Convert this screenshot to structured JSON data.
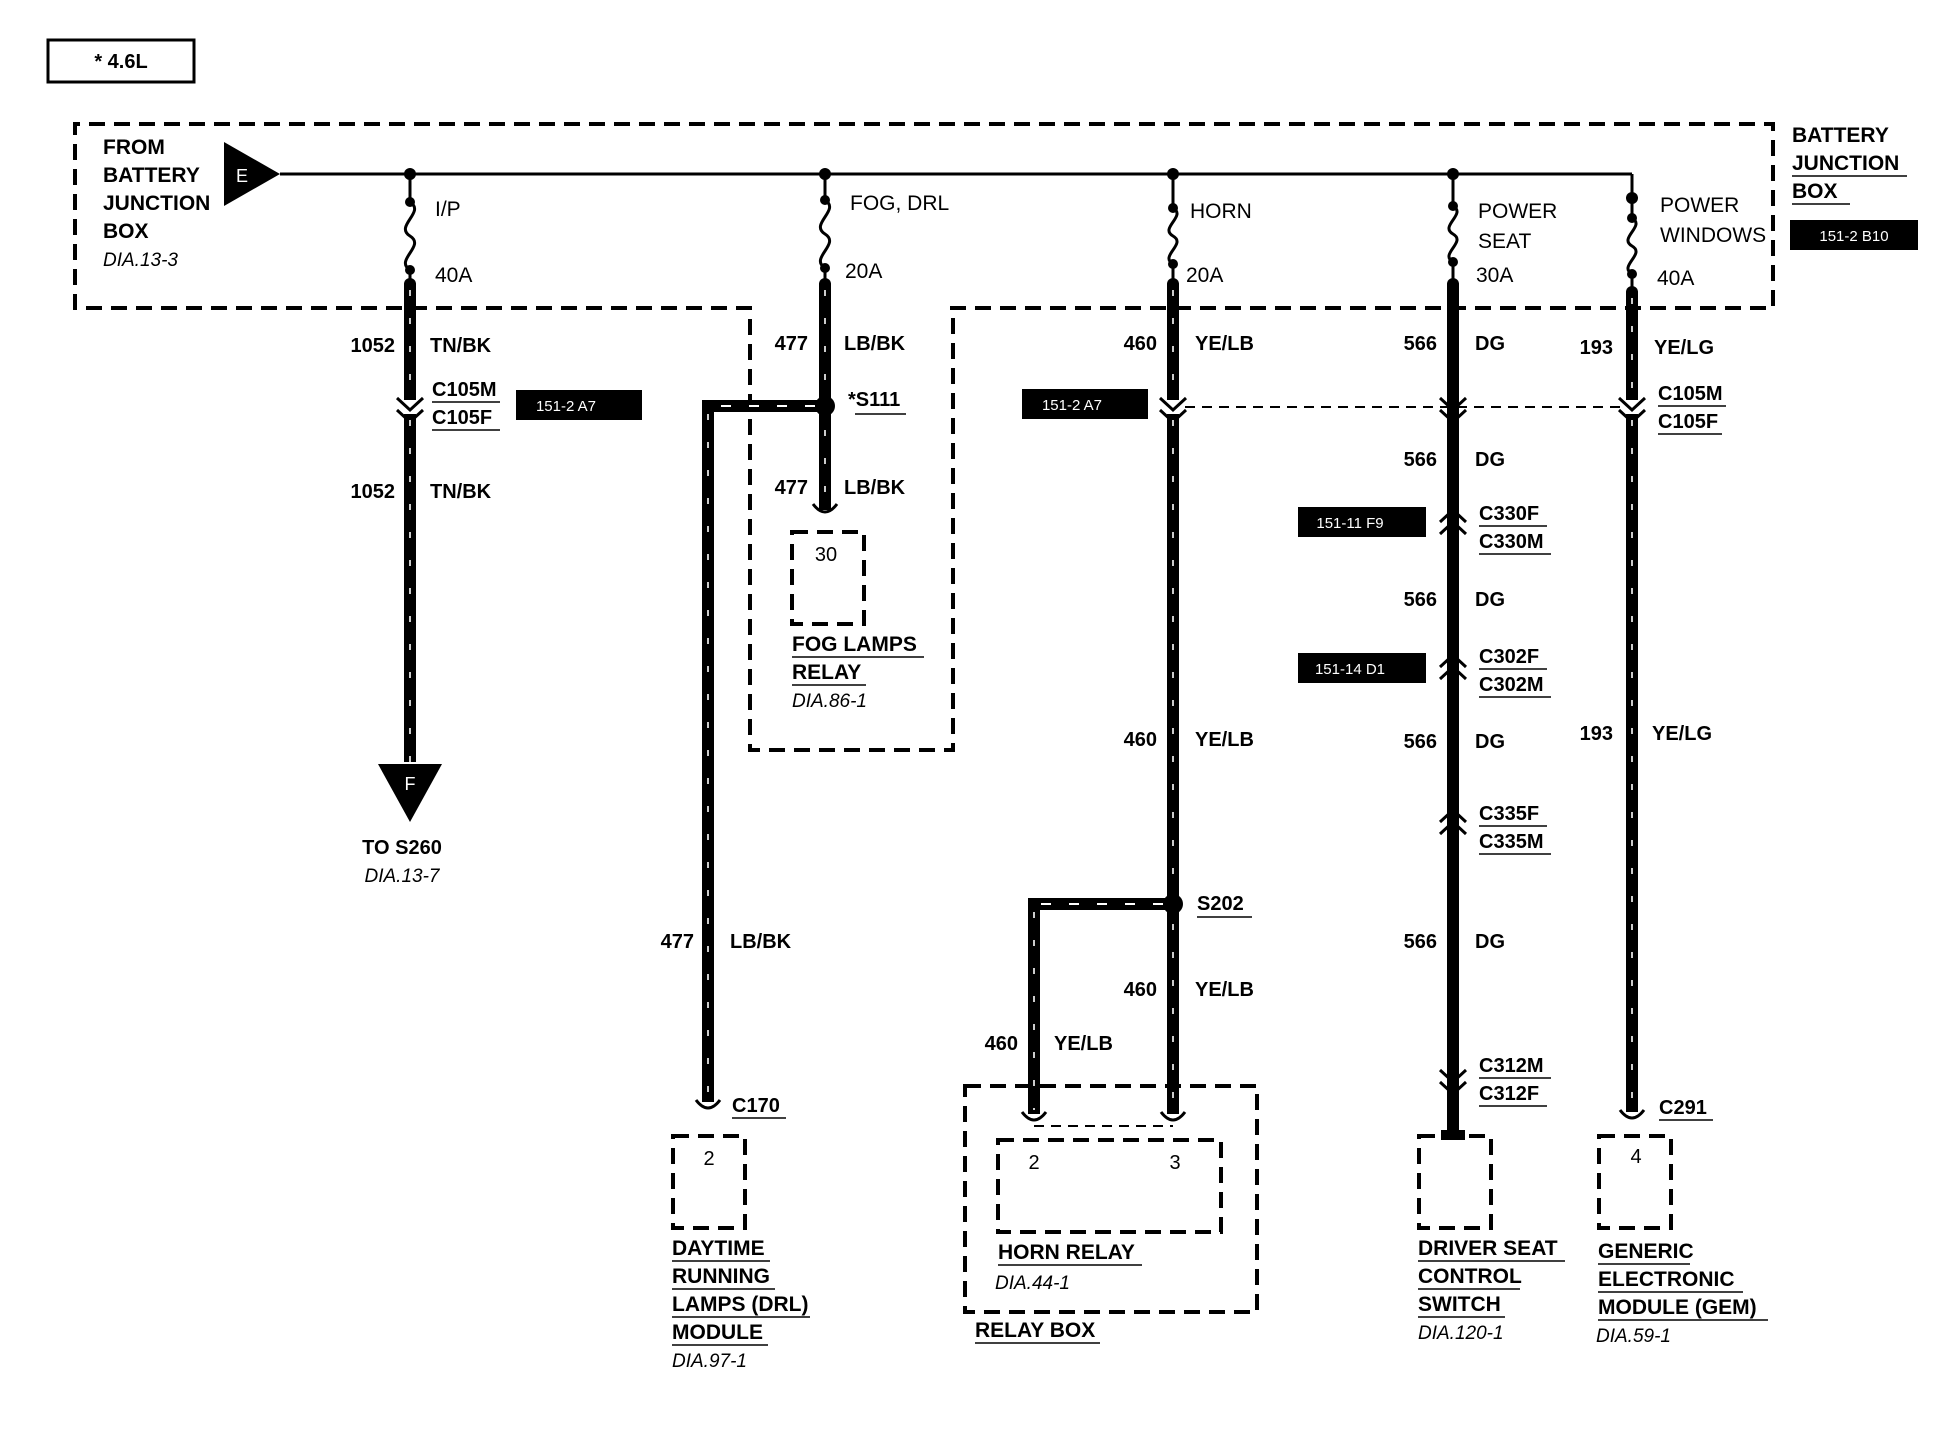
{
  "engine_tag": "* 4.6L",
  "source": {
    "line1": "FROM",
    "line2": "BATTERY",
    "line3": "JUNCTION",
    "line4": "BOX",
    "dia": "DIA.13-3",
    "connector": "E"
  },
  "junction_box": {
    "line1": "BATTERY",
    "line2": "JUNCTION",
    "line3": "BOX",
    "ref": "151-2 B10"
  },
  "fuses": {
    "ip": {
      "name": "I/P",
      "rating": "40A"
    },
    "fog": {
      "name": "FOG, DRL",
      "rating": "20A"
    },
    "horn": {
      "name": "HORN",
      "rating": "20A"
    },
    "seat": {
      "name1": "POWER",
      "name2": "SEAT",
      "rating": "30A"
    },
    "windows": {
      "name1": "POWER",
      "name2": "WINDOWS",
      "rating": "40A"
    }
  },
  "circuit_1052": {
    "num": "1052",
    "color": "TN/BK",
    "conn_m": "C105M",
    "conn_f": "C105F",
    "ref": "151-2 A7",
    "dest_connector": "F",
    "dest": "TO S260",
    "dest_dia": "DIA.13-7"
  },
  "circuit_477": {
    "num": "477",
    "color": "LB/BK",
    "splice": "*S111",
    "relay_pin": "30",
    "relay_line1": "FOG LAMPS",
    "relay_line2": "RELAY",
    "relay_dia": "DIA.86-1",
    "drl_conn": "C170",
    "drl_pin": "2",
    "drl_line1": "DAYTIME",
    "drl_line2": "RUNNING",
    "drl_line3": "LAMPS (DRL)",
    "drl_line4": "MODULE",
    "drl_dia": "DIA.97-1"
  },
  "circuit_460": {
    "num": "460",
    "color": "YE/LB",
    "ref": "151-2 A7",
    "splice": "S202",
    "pin_a": "2",
    "pin_b": "3",
    "relay": "HORN RELAY",
    "relay_dia": "DIA.44-1",
    "box": "RELAY BOX"
  },
  "circuit_566": {
    "num": "566",
    "color": "DG",
    "c330f": "C330F",
    "c330m": "C330M",
    "ref_330": "151-11 F9",
    "c302f": "C302F",
    "c302m": "C302M",
    "ref_302": "151-14 D1",
    "c335f": "C335F",
    "c335m": "C335M",
    "c312m": "C312M",
    "c312f": "C312F",
    "dest_line1": "DRIVER SEAT",
    "dest_line2": "CONTROL",
    "dest_line3": "SWITCH",
    "dest_dia": "DIA.120-1"
  },
  "circuit_193": {
    "num": "193",
    "color": "YE/LG",
    "conn_m": "C105M",
    "conn_f": "C105F",
    "dest_conn": "C291",
    "pin": "4",
    "dest_line1": "GENERIC",
    "dest_line2": "ELECTRONIC",
    "dest_line3": "MODULE (GEM)",
    "dest_dia": "DIA.59-1"
  }
}
